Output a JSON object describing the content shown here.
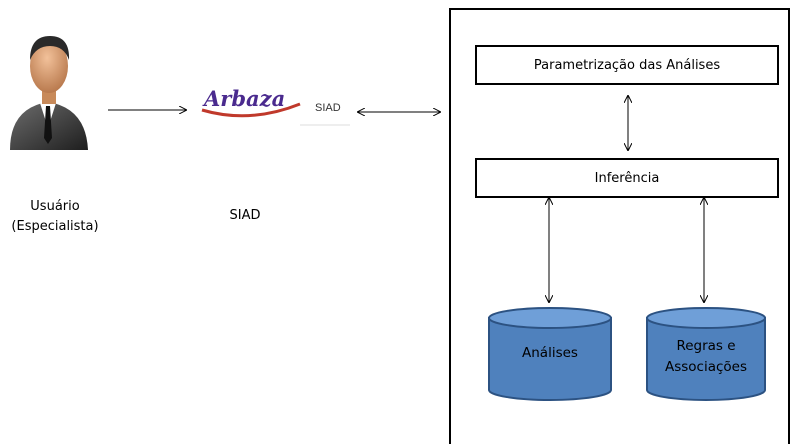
{
  "user": {
    "label_line1": "Usuário",
    "label_line2": "(Especialista)"
  },
  "siad": {
    "logo_text": "Arbaza",
    "logo_tag": "SIAD",
    "caption": "SIAD"
  },
  "system": {
    "parametrizacao": "Parametrização das Análises",
    "inferencia": "Inferência",
    "db_analises": "Análises",
    "db_regras_line1": "Regras e",
    "db_regras_line2": "Associações"
  },
  "colors": {
    "cylinder_fill": "#4f81bd",
    "cylinder_stroke": "#2c5282",
    "logo_purple": "#4a2a8e",
    "logo_swoosh": "#c0392b"
  }
}
